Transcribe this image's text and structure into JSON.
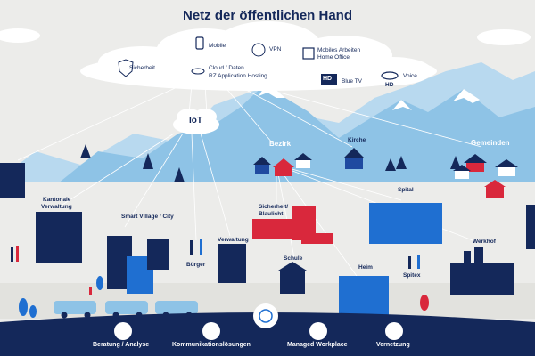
{
  "title": "Netz der öffentlichen Hand",
  "cloud_services": {
    "mobile": "Mobile",
    "vpn": "VPN",
    "mobiles_arbeiten_line1": "Mobiles Arbeiten",
    "mobiles_arbeiten_line2": "Home Office",
    "sicherheit": "Sicherheit",
    "cloud_line1": "Cloud / Daten",
    "cloud_line2": "RZ Application Hosting",
    "hd_badge": "HD",
    "blue_tv": "Blue TV",
    "voice": "Voice",
    "voice_hd": "HD"
  },
  "iot": "IoT",
  "regions": {
    "bezirk": "Bezirk",
    "kirche": "Kirche",
    "gemeinden": "Gemeinden"
  },
  "buildings": {
    "kantonale_line1": "Kantonale",
    "kantonale_line2": "Verwaltung",
    "smart_village": "Smart Village / City",
    "buerger": "Bürger",
    "verwaltung": "Verwaltung",
    "sicherheit_line1": "Sicherheit/",
    "sicherheit_line2": "Blaulicht",
    "schule": "Schule",
    "spital": "Spital",
    "heim": "Heim",
    "spitex": "Spitex",
    "werkhof": "Werkhof"
  },
  "services_bar": {
    "beratung": "Beratung / Analyse",
    "kommunikation": "Kommunikationslösungen",
    "managed": "Managed Workplace",
    "vernetzung": "Vernetzung"
  },
  "colors": {
    "navy": "#14285a",
    "mountain": "#8ec3e6",
    "blue": "#1f6fd1",
    "red": "#d9283c"
  }
}
